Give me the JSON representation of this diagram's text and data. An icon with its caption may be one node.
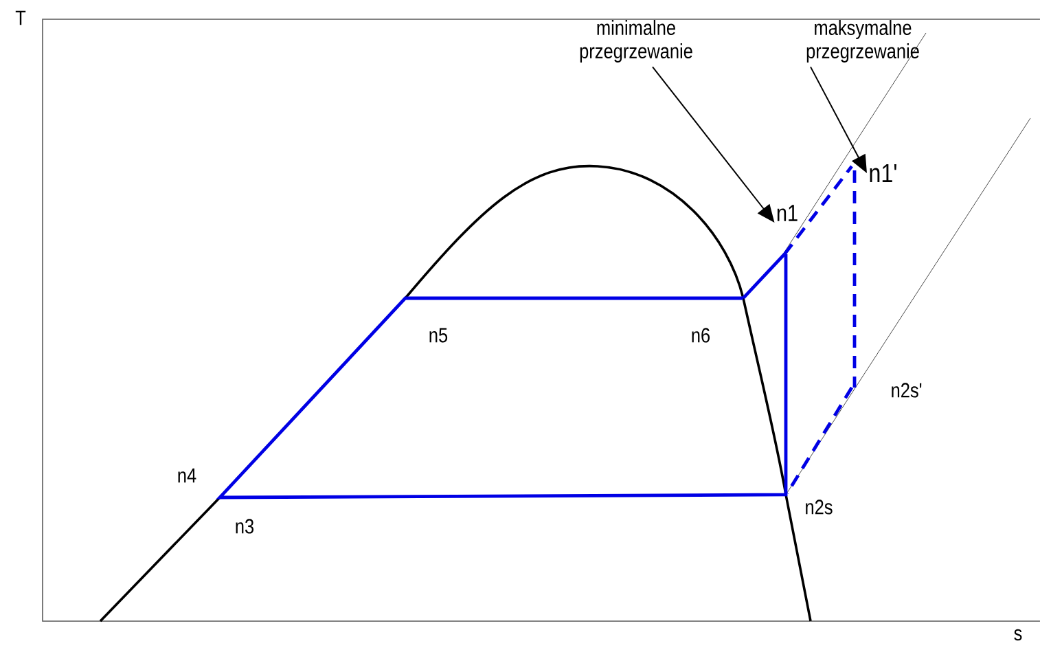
{
  "diagram": {
    "nodes": [
      {
        "text": [
          "minimalne przegrzewanie"
        ]
      },
      {
        "text": [
          "maksymalne przegrzewanie"
        ]
      },
      {
        "text": [
          "n1"
        ]
      },
      {
        "text": [
          "n1'"
        ]
      }
    ],
    "edges": [
      {
        "from": 0,
        "to": 2,
        "arrow": "to"
      },
      {
        "from": 1,
        "to": 3,
        "arrow": "to"
      }
    ],
    "labels": [
      "T",
      "n6",
      "n5",
      "n4",
      "n2s'",
      "n3",
      "n2s",
      "s"
    ]
  }
}
